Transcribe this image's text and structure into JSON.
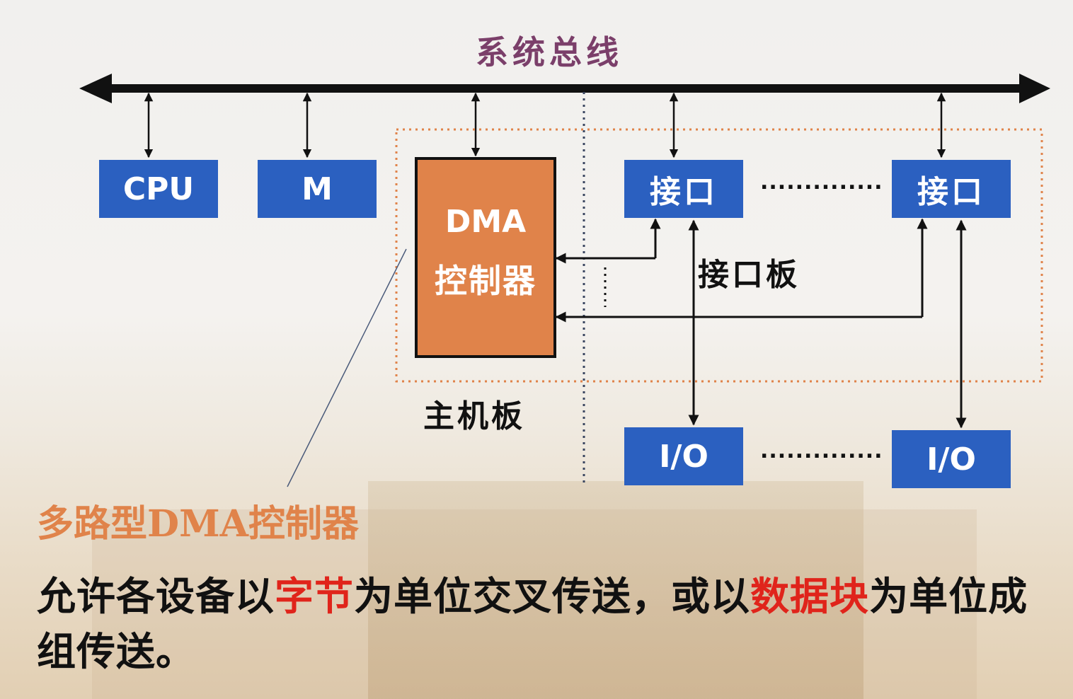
{
  "diagram": {
    "title": "系统总线",
    "nodes": {
      "cpu": "CPU",
      "memory": "M",
      "dma_line1": "DMA",
      "dma_line2": "控制器",
      "interface_1": "接口",
      "interface_2": "接口",
      "io_1": "I/O",
      "io_2": "I/O"
    },
    "ellipsis": "..............",
    "labels": {
      "interface_board": "接口板",
      "main_board": "主机板"
    }
  },
  "callout": "多路型DMA控制器",
  "description": {
    "part1": "允许各设备以",
    "highlight1": "字节",
    "part2": "为单位交叉传送，或以",
    "highlight2": "数据块",
    "part3": "为单位成组传送。"
  },
  "colors": {
    "box_blue": "#2b60c0",
    "dma_orange": "#e0834a",
    "title_purple": "#7b3f6a",
    "highlight_red": "#e0241b"
  }
}
